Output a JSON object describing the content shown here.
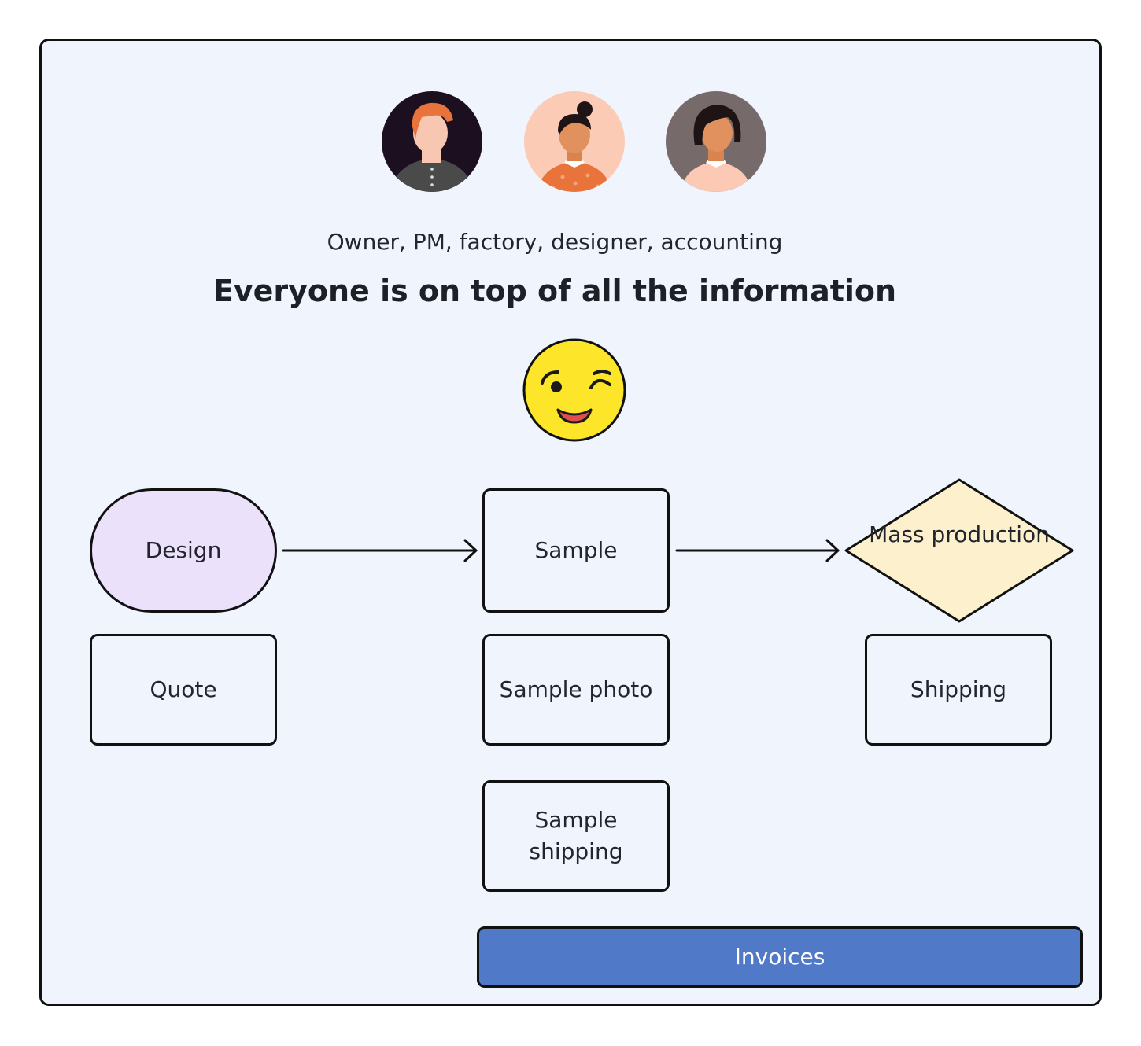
{
  "header": {
    "roles_text": "Owner, PM, factory, designer, accounting",
    "headline": "Everyone is on top of all the information"
  },
  "avatars": [
    {
      "icon": "avatar-man-orange-hair-icon",
      "bg": "#1c0f1f"
    },
    {
      "icon": "avatar-woman-bun-icon",
      "bg": "#fccbb6"
    },
    {
      "icon": "avatar-woman-bob-icon",
      "bg": "#766a6a"
    }
  ],
  "emoji": {
    "icon": "winking-face-icon",
    "color": "#fde52a"
  },
  "flow": {
    "design": {
      "label": "Design",
      "fill": "#ebe1fb"
    },
    "sample": {
      "label": "Sample"
    },
    "mass_production": {
      "label": "Mass production",
      "fill": "#fdf1cd"
    },
    "quote": {
      "label": "Quote"
    },
    "sample_photo": {
      "label": "Sample photo"
    },
    "sample_shipping": {
      "label": "Sample shipping"
    },
    "shipping": {
      "label": "Shipping"
    },
    "invoices": {
      "label": "Invoices",
      "fill": "#5079c8"
    }
  }
}
